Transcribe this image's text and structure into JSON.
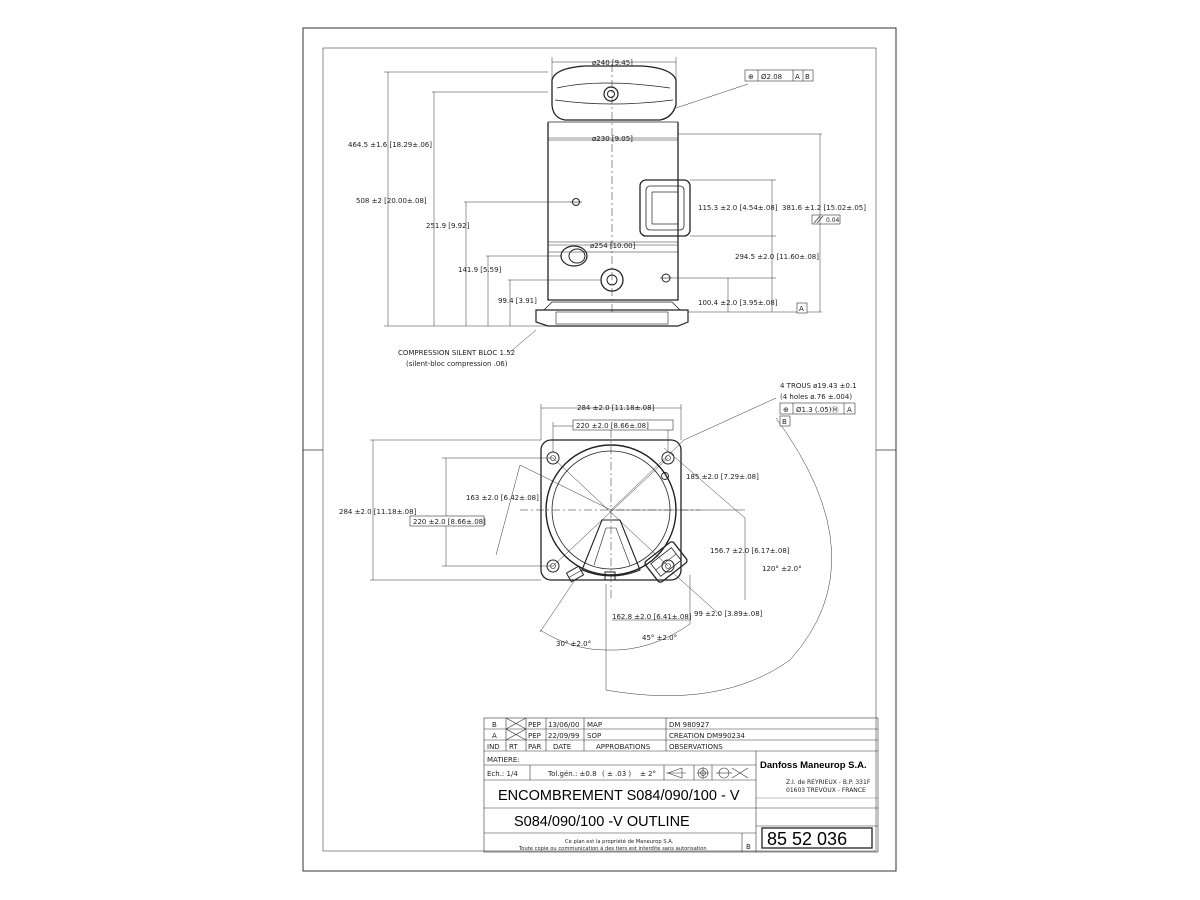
{
  "drawing": {
    "top_view": {
      "dims": {
        "dia240": "ø240 [9.45]",
        "dia230": "ø230 [9.05]",
        "dia254": "ø254 [10.00]",
        "h464": "464.5 ±1.6 [18.29±.06]",
        "h508": "508 ±2 [20.00±.08]",
        "h2519": "251.9 [9.92]",
        "h1419": "141.9 [5.59]",
        "h994": "99.4 [3.91]",
        "h1153": "115.3 ±2.0 [4.54±.08]",
        "h3816": "381.6 ±1.2 [15.02±.05]",
        "h2945": "294.5 ±2.0 [11.60±.08]",
        "h1004": "100.4 ±2.0 [3.95±.08]",
        "flatness": "0.04",
        "datum_a": "A"
      },
      "tolerance_frame": {
        "sym": "⊕",
        "value": "Ø2.08",
        "ref1": "A",
        "ref2": "B"
      },
      "silent_bloc": {
        "line1": "COMPRESSION SILENT BLOC 1.52",
        "line2": "(silent-bloc compression .06)"
      }
    },
    "bottom_view": {
      "holes": {
        "line1": "4 TROUS ø19.43 ±0.1",
        "line2": "(4 holes ø.76 ±.004)"
      },
      "tolerance_frame": {
        "sym": "⊕",
        "value": "Ø1.3 (.05)Ⓜ",
        "ref": "A"
      },
      "datum_b": "B",
      "dims": {
        "w284": "284 ±2.0 [11.18±.08]",
        "w220": "220 ±2.0 [8.66±.08]",
        "h284": "284 ±2.0 [11.18±.08]",
        "h220": "220 ±2.0 [8.66±.08]",
        "d163": "163 ±2.0 [6.42±.08]",
        "d185": "185 ±2.0 [7.29±.08]",
        "d1567": "156.7 ±2.0 [6.17±.08]",
        "d1628": "162.8 ±2.0 [6.41±.08]",
        "d99": "99 ±2.0 [3.89±.08]",
        "a120": "120° ±2.0°",
        "a30": "30° ±2.0°",
        "a45": "45° ±2.0°"
      }
    }
  },
  "title_block": {
    "revisions": [
      {
        "rev": "B",
        "par": "PEP",
        "date": "13/06/00",
        "appro": "MAP",
        "obs": "DM 980927"
      },
      {
        "rev": "A",
        "par": "PEP",
        "date": "22/09/99",
        "appro": "SOP",
        "obs": "CREATION DM990234"
      }
    ],
    "headers": {
      "ind": "IND",
      "rt": "RT",
      "par": "PAR",
      "date": "DATE",
      "appro": "APPROBATIONS",
      "obs": "OBSERVATIONS"
    },
    "matiere": "MATIERE:",
    "scale": "Ech.: 1/4",
    "tolerance": "Tol.gén.: ±0.8",
    "tol_dim": "( ± .03 )",
    "tol_ang": "± 2°",
    "company": "Danfoss Maneurop S.A.",
    "address1": "Z.I. de REYRIEUX - B.P. 331F",
    "address2": "01603 TREVOUX - FRANCE",
    "title_fr": "ENCOMBREMENT S084/090/100 - V",
    "title_en": "S084/090/100 -V   OUTLINE",
    "notice1": "Ce plan est la propriété de Maneurop S.A.",
    "notice2": "Toute copie ou communication à des tiers est interdite sans autorisation",
    "rev_letter": "B",
    "drawing_number": "85 52 036"
  }
}
